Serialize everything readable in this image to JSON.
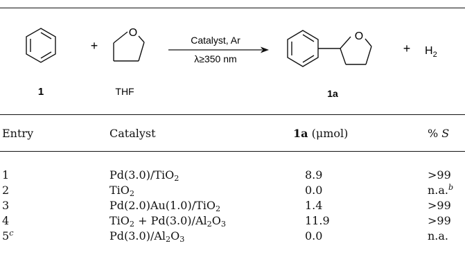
{
  "scheme": {
    "reactant1_label": "1",
    "reactant2_label": "THF",
    "plus": "+",
    "conditions_top": "Catalyst, Ar",
    "conditions_bottom": "λ≥350 nm",
    "product_label": "1a",
    "h2_base": "H",
    "h2_sub": "2"
  },
  "table": {
    "headers": {
      "entry": "Entry",
      "catalyst": "Catalyst",
      "amount_bold": "1a",
      "amount_unit": " (μmol)",
      "selectivity_prefix": "% ",
      "selectivity_var": "S"
    },
    "rows": [
      {
        "entry": "1",
        "entry_sup": "",
        "catalyst": [
          [
            "Pd(3.0)/TiO",
            ""
          ],
          [
            "2",
            "sub"
          ]
        ],
        "amount": "8.9",
        "sel": "&gt;99",
        "sel_sup": ""
      },
      {
        "entry": "2",
        "entry_sup": "",
        "catalyst": [
          [
            "TiO",
            ""
          ],
          [
            "2",
            "sub"
          ]
        ],
        "amount": "0.0",
        "sel": "n.a.",
        "sel_sup": "b"
      },
      {
        "entry": "3",
        "entry_sup": "",
        "catalyst": [
          [
            "Pd(2.0)Au(1.0)/TiO",
            ""
          ],
          [
            "2",
            "sub"
          ]
        ],
        "amount": "1.4",
        "sel": "&gt;99",
        "sel_sup": ""
      },
      {
        "entry": "4",
        "entry_sup": "",
        "catalyst": [
          [
            "TiO",
            ""
          ],
          [
            "2",
            "sub"
          ],
          [
            " + Pd(3.0)/Al",
            ""
          ],
          [
            "2",
            "sub"
          ],
          [
            "O",
            ""
          ],
          [
            "3",
            "sub"
          ]
        ],
        "amount": "11.9",
        "sel": "&gt;99",
        "sel_sup": ""
      },
      {
        "entry": "5",
        "entry_sup": "c",
        "catalyst": [
          [
            "Pd(3.0)/Al",
            ""
          ],
          [
            "2",
            "sub"
          ],
          [
            "O",
            ""
          ],
          [
            "3",
            "sub"
          ]
        ],
        "amount": "0.0",
        "sel": "n.a.",
        "sel_sup": ""
      }
    ]
  }
}
